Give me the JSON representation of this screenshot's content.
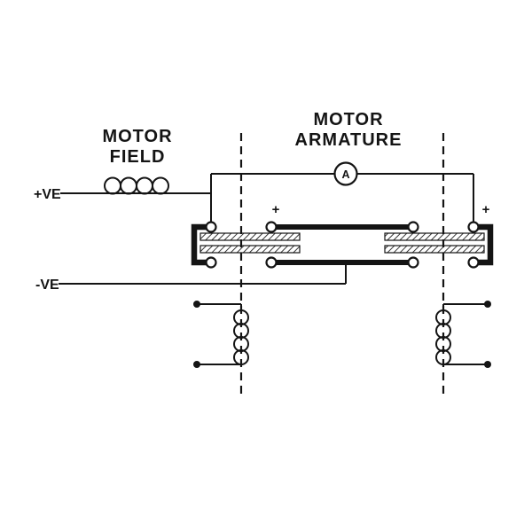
{
  "diagram": {
    "colors": {
      "background": "#ffffff",
      "line": "#141414"
    },
    "labels": {
      "field_line1": "MOTOR",
      "field_line2": "FIELD",
      "armature_line1": "MOTOR",
      "armature_line2": "ARMATURE",
      "positive": "+VE",
      "negative": "-VE",
      "armature_letter": "A",
      "plus_left": "+",
      "plus_right": "+"
    }
  }
}
